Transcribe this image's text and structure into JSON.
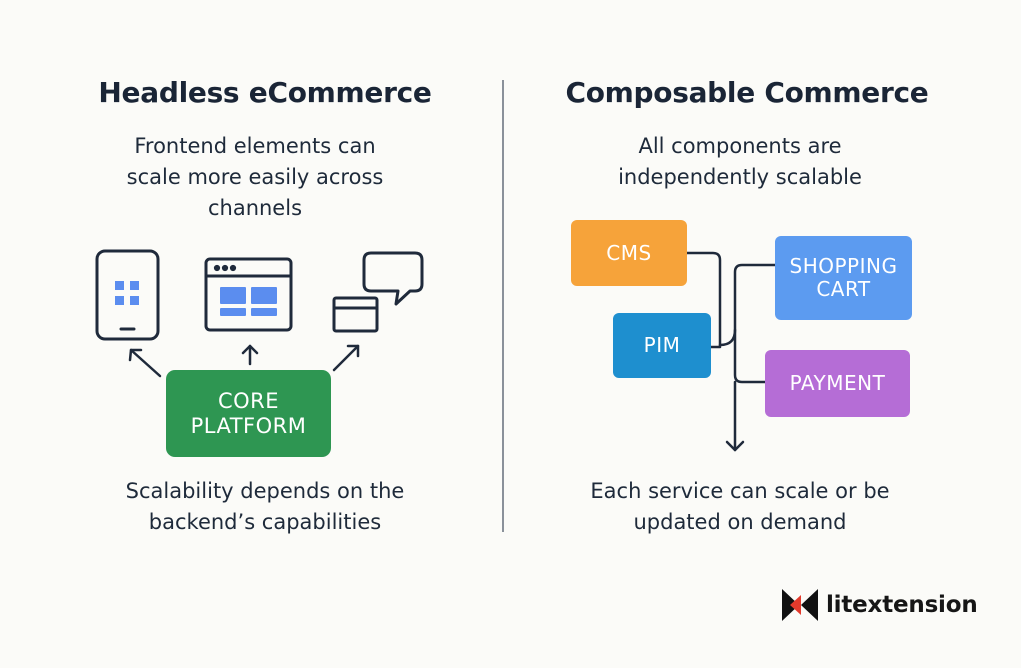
{
  "left": {
    "title": "Headless eCommerce",
    "subtitle_lines": [
      "Frontend elements can",
      "scale more easily across",
      "channels"
    ],
    "core_lines": [
      "CORE",
      "PLATFORM"
    ],
    "footer_lines": [
      "Scalability depends on the",
      "backend’s capabilities"
    ],
    "colors": {
      "core": "#2e9652",
      "icon_stroke": "#1f2a3b",
      "icon_fill": "#5b8def"
    }
  },
  "right": {
    "title": "Composable Commerce",
    "subtitle_lines": [
      "All components are",
      "independently scalable"
    ],
    "boxes": {
      "cms": [
        "CMS"
      ],
      "pim": [
        "PIM"
      ],
      "cart": [
        "SHOPPING",
        "CART"
      ],
      "payment": [
        "PAYMENT"
      ]
    },
    "footer_lines": [
      "Each service can scale or be",
      "updated on demand"
    ],
    "colors": {
      "cms": "#f6a33a",
      "pim": "#1e8fcf",
      "cart": "#5c9bf0",
      "payment": "#b56dd6"
    }
  },
  "brand": {
    "name": "litextension"
  }
}
